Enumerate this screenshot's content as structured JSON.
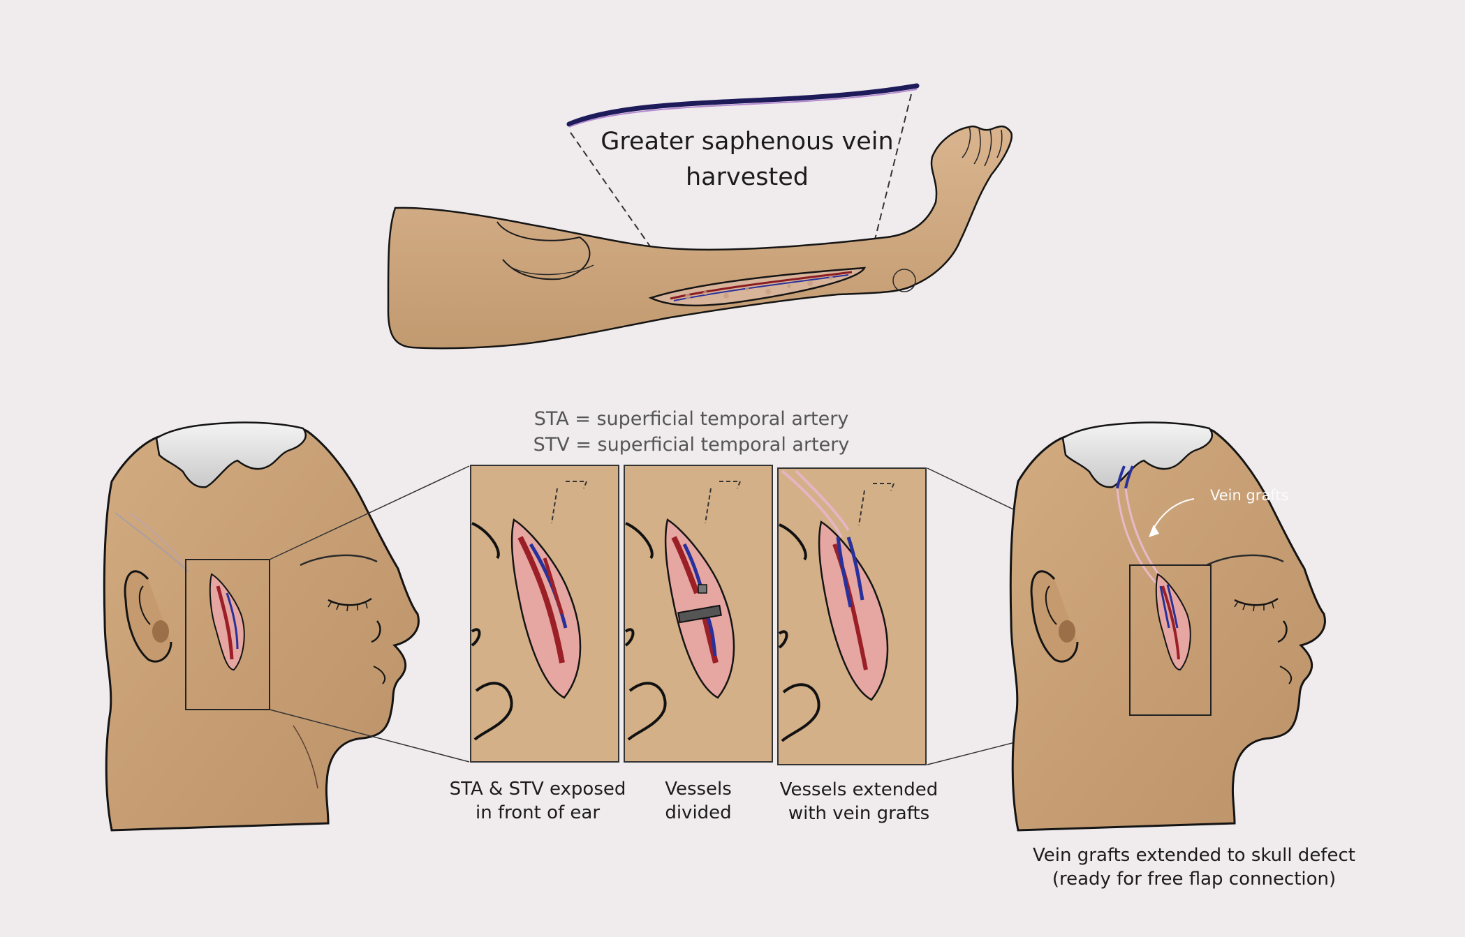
{
  "labels": {
    "leg_caption": [
      "Greater saphenous vein",
      "harvested"
    ],
    "key": [
      "STA = superficial temporal artery",
      "STV = superficial temporal artery"
    ],
    "panel1": [
      "STA & STV exposed",
      "in front of ear"
    ],
    "panel2": [
      "Vessels",
      "divided"
    ],
    "panel3": [
      "Vessels extended",
      "with vein grafts"
    ],
    "right_head": [
      "Vein grafts extended to skull defect",
      "(ready for free flap connection)"
    ],
    "vein_grafts_callout": "Vein grafts"
  },
  "colors": {
    "background": "#f0eced",
    "skin": "#cda47d",
    "skin_shadow": "#b68a61",
    "panel_bg": "#d3b088",
    "artery": "#9b1f26",
    "vein": "#27309b",
    "skull": "#dcdcdc",
    "outline": "#141414",
    "wound": "#e7a7a2"
  }
}
